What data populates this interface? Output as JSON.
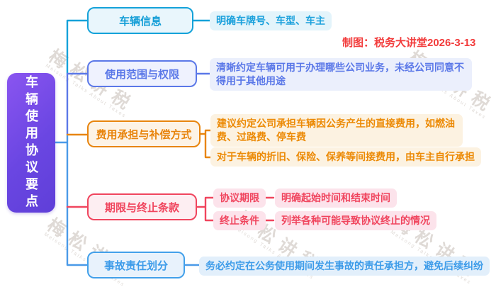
{
  "credit": "制图：税务大讲堂2026-3-13",
  "root": {
    "title": "车辆使用协议要点"
  },
  "watermark": {
    "cn": "梅松讲税",
    "en": "Meisong Talks About Taxes"
  },
  "colors": {
    "root_gradient_start": "#8A55F0",
    "root_gradient_end": "#5F3FD8",
    "branch_cyan": "#14A2D9",
    "branch_purple": "#5B78E8",
    "branch_orange": "#E8850E",
    "branch_red": "#F0455E",
    "branch_blue": "#4A9AE8",
    "credit_red": "#F23C3C"
  },
  "branches": [
    {
      "label": "车辆信息",
      "children": [
        {
          "text": "明确车牌号、车型、车主"
        }
      ]
    },
    {
      "label": "使用范围与权限",
      "children": [
        {
          "text": "清晰约定车辆可用于办理哪些公司业务，未经公司同意不得用于其他用途"
        }
      ]
    },
    {
      "label": "费用承担与补偿方式",
      "children": [
        {
          "text": "建议约定公司承担车辆因公务产生的直接费用，如燃油费、过路费、停车费"
        },
        {
          "text": "对于车辆的折旧、保险、保养等间接费用，由车主自行承担"
        }
      ]
    },
    {
      "label": "期限与终止条款",
      "children": [
        {
          "label": "协议期限",
          "detail": "明确起始时间和结束时间"
        },
        {
          "label": "终止条件",
          "detail": "列举各种可能导致协议终止的情况"
        }
      ]
    },
    {
      "label": "事故责任划分",
      "children": [
        {
          "text": "务必约定在公务使用期间发生事故的责任承担方，避免后续纠纷"
        }
      ]
    }
  ]
}
